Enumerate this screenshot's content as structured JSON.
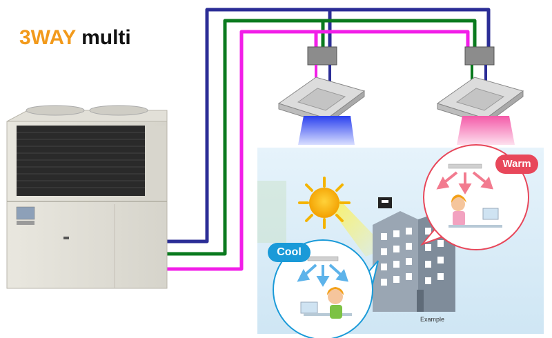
{
  "title": {
    "accent": "3WAY",
    "rest": "multi"
  },
  "labels": {
    "cool": "Cool",
    "warm": "Warm",
    "example": "Example"
  },
  "colors": {
    "accent": "#f29a1c",
    "pipe_blue": "#2b2d96",
    "pipe_green": "#0a7a1e",
    "pipe_magenta": "#f21ee8",
    "cool_air": "#3a54f2",
    "warm_air": "#f58ac0",
    "cool_badge": "#1a9ad8",
    "warm_badge": "#e8475a",
    "background_panel": "#ddeef8"
  },
  "icons": [
    "outdoor-unit",
    "cassette-indoor-unit",
    "branch-box",
    "sun-icon",
    "building-icon",
    "person-icon"
  ]
}
